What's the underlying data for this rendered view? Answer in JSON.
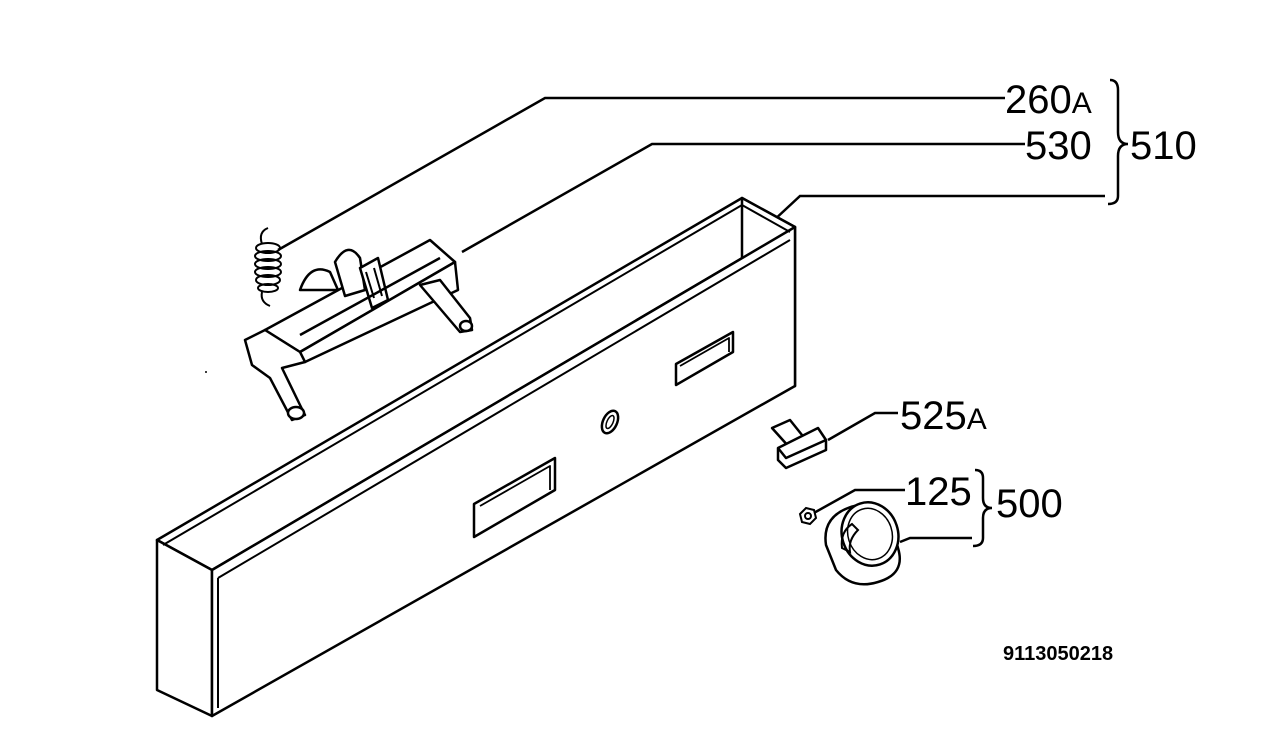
{
  "labels": {
    "part_260A": {
      "number": "260",
      "suffix": "A"
    },
    "part_530": {
      "number": "530",
      "suffix": ""
    },
    "group_510": {
      "number": "510",
      "suffix": ""
    },
    "part_525A": {
      "number": "525",
      "suffix": "A"
    },
    "part_125": {
      "number": "125",
      "suffix": ""
    },
    "group_500": {
      "number": "500",
      "suffix": ""
    }
  },
  "drawing_code": "9113050218",
  "colors": {
    "ink": "#000000",
    "paper": "#ffffff"
  }
}
